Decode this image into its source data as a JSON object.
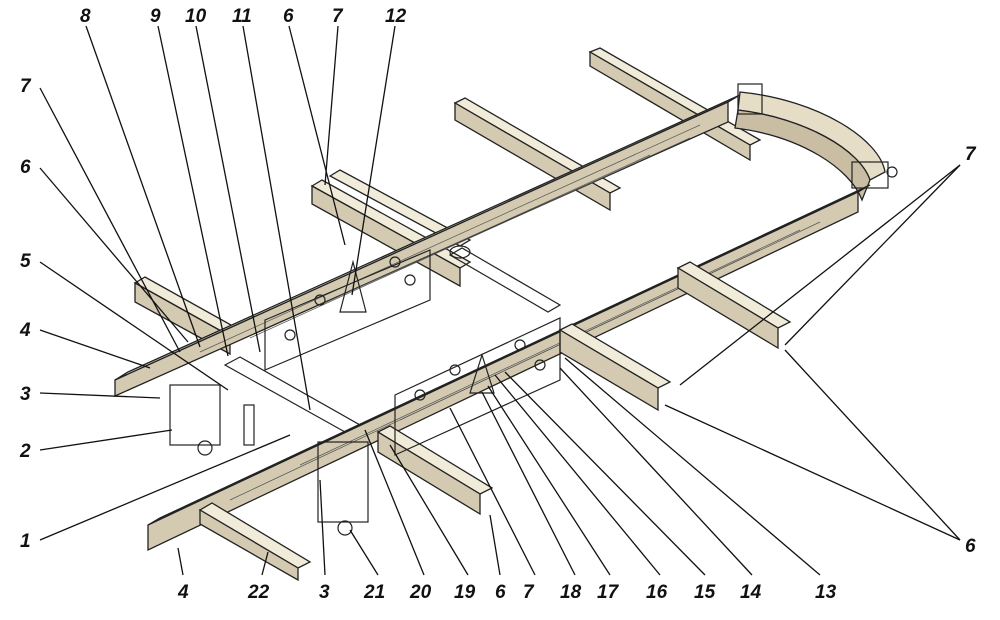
{
  "colors": {
    "beam_top": "#f1ebd9",
    "beam_side": "#d4cab1",
    "metal_light": "#ecebe6",
    "metal_shade": "#c4c2bb",
    "ink": "#111111"
  },
  "callouts": [
    {
      "id": "c-8-top",
      "text": "8"
    },
    {
      "id": "c-9-top",
      "text": "9"
    },
    {
      "id": "c-10-top",
      "text": "10"
    },
    {
      "id": "c-11-top",
      "text": "11"
    },
    {
      "id": "c-6-top",
      "text": "6"
    },
    {
      "id": "c-7-top",
      "text": "7"
    },
    {
      "id": "c-12-top",
      "text": "12"
    },
    {
      "id": "c-7-left",
      "text": "7"
    },
    {
      "id": "c-6-left",
      "text": "6"
    },
    {
      "id": "c-5-left",
      "text": "5"
    },
    {
      "id": "c-4-left",
      "text": "4"
    },
    {
      "id": "c-3-left",
      "text": "3"
    },
    {
      "id": "c-2-left",
      "text": "2"
    },
    {
      "id": "c-1-left",
      "text": "1"
    },
    {
      "id": "c-4-bottom",
      "text": "4"
    },
    {
      "id": "c-22-bottom",
      "text": "22"
    },
    {
      "id": "c-3-bottom",
      "text": "3"
    },
    {
      "id": "c-21-bottom",
      "text": "21"
    },
    {
      "id": "c-20-bottom",
      "text": "20"
    },
    {
      "id": "c-19-bottom",
      "text": "19"
    },
    {
      "id": "c-6-bottom",
      "text": "6"
    },
    {
      "id": "c-7-bottom",
      "text": "7"
    },
    {
      "id": "c-18-bottom",
      "text": "18"
    },
    {
      "id": "c-17-bottom",
      "text": "17"
    },
    {
      "id": "c-16-bottom",
      "text": "16"
    },
    {
      "id": "c-15-bottom",
      "text": "15"
    },
    {
      "id": "c-14-bottom",
      "text": "14"
    },
    {
      "id": "c-13-bottom",
      "text": "13"
    },
    {
      "id": "c-7-right",
      "text": "7"
    },
    {
      "id": "c-6-right",
      "text": "6"
    }
  ]
}
